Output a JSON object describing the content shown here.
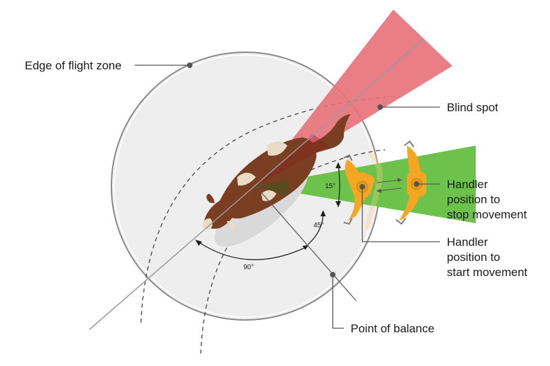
{
  "labels": {
    "flight_zone": "Edge of flight zone",
    "blind_spot": "Blind spot",
    "stop_line1": "Handler",
    "stop_line2": "position to",
    "stop_line3": "stop movement",
    "start_line1": "Handler",
    "start_line2": "position to",
    "start_line3": "start movement",
    "balance": "Point of balance"
  },
  "angles": {
    "ninety": "90°",
    "fortyfive": "45°",
    "fifteen": "15°"
  },
  "colors": {
    "zone_fill": "#eeeeee",
    "zone_stroke": "#8a8a8a",
    "blind_spot": "#e8737d",
    "handler_wedge": "#6cc24a",
    "cow_brown": "#7a3f22",
    "cow_white": "#e9dcc4",
    "handler_body": "#f5a623",
    "line": "#555555"
  }
}
